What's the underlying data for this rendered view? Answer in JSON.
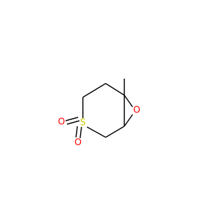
{
  "molecule": {
    "atoms": {
      "sulfur": {
        "symbol": "S",
        "color": "#CCCC00"
      },
      "oxygen_epoxide": {
        "symbol": "O",
        "color": "#FF0000"
      },
      "oxygen_sulfonyl_1": {
        "symbol": "O",
        "color": "#FF0000"
      },
      "oxygen_sulfonyl_2": {
        "symbol": "O",
        "color": "#FF0000"
      }
    },
    "bond_color": "#000000",
    "background_color": "#FFFFFF"
  }
}
